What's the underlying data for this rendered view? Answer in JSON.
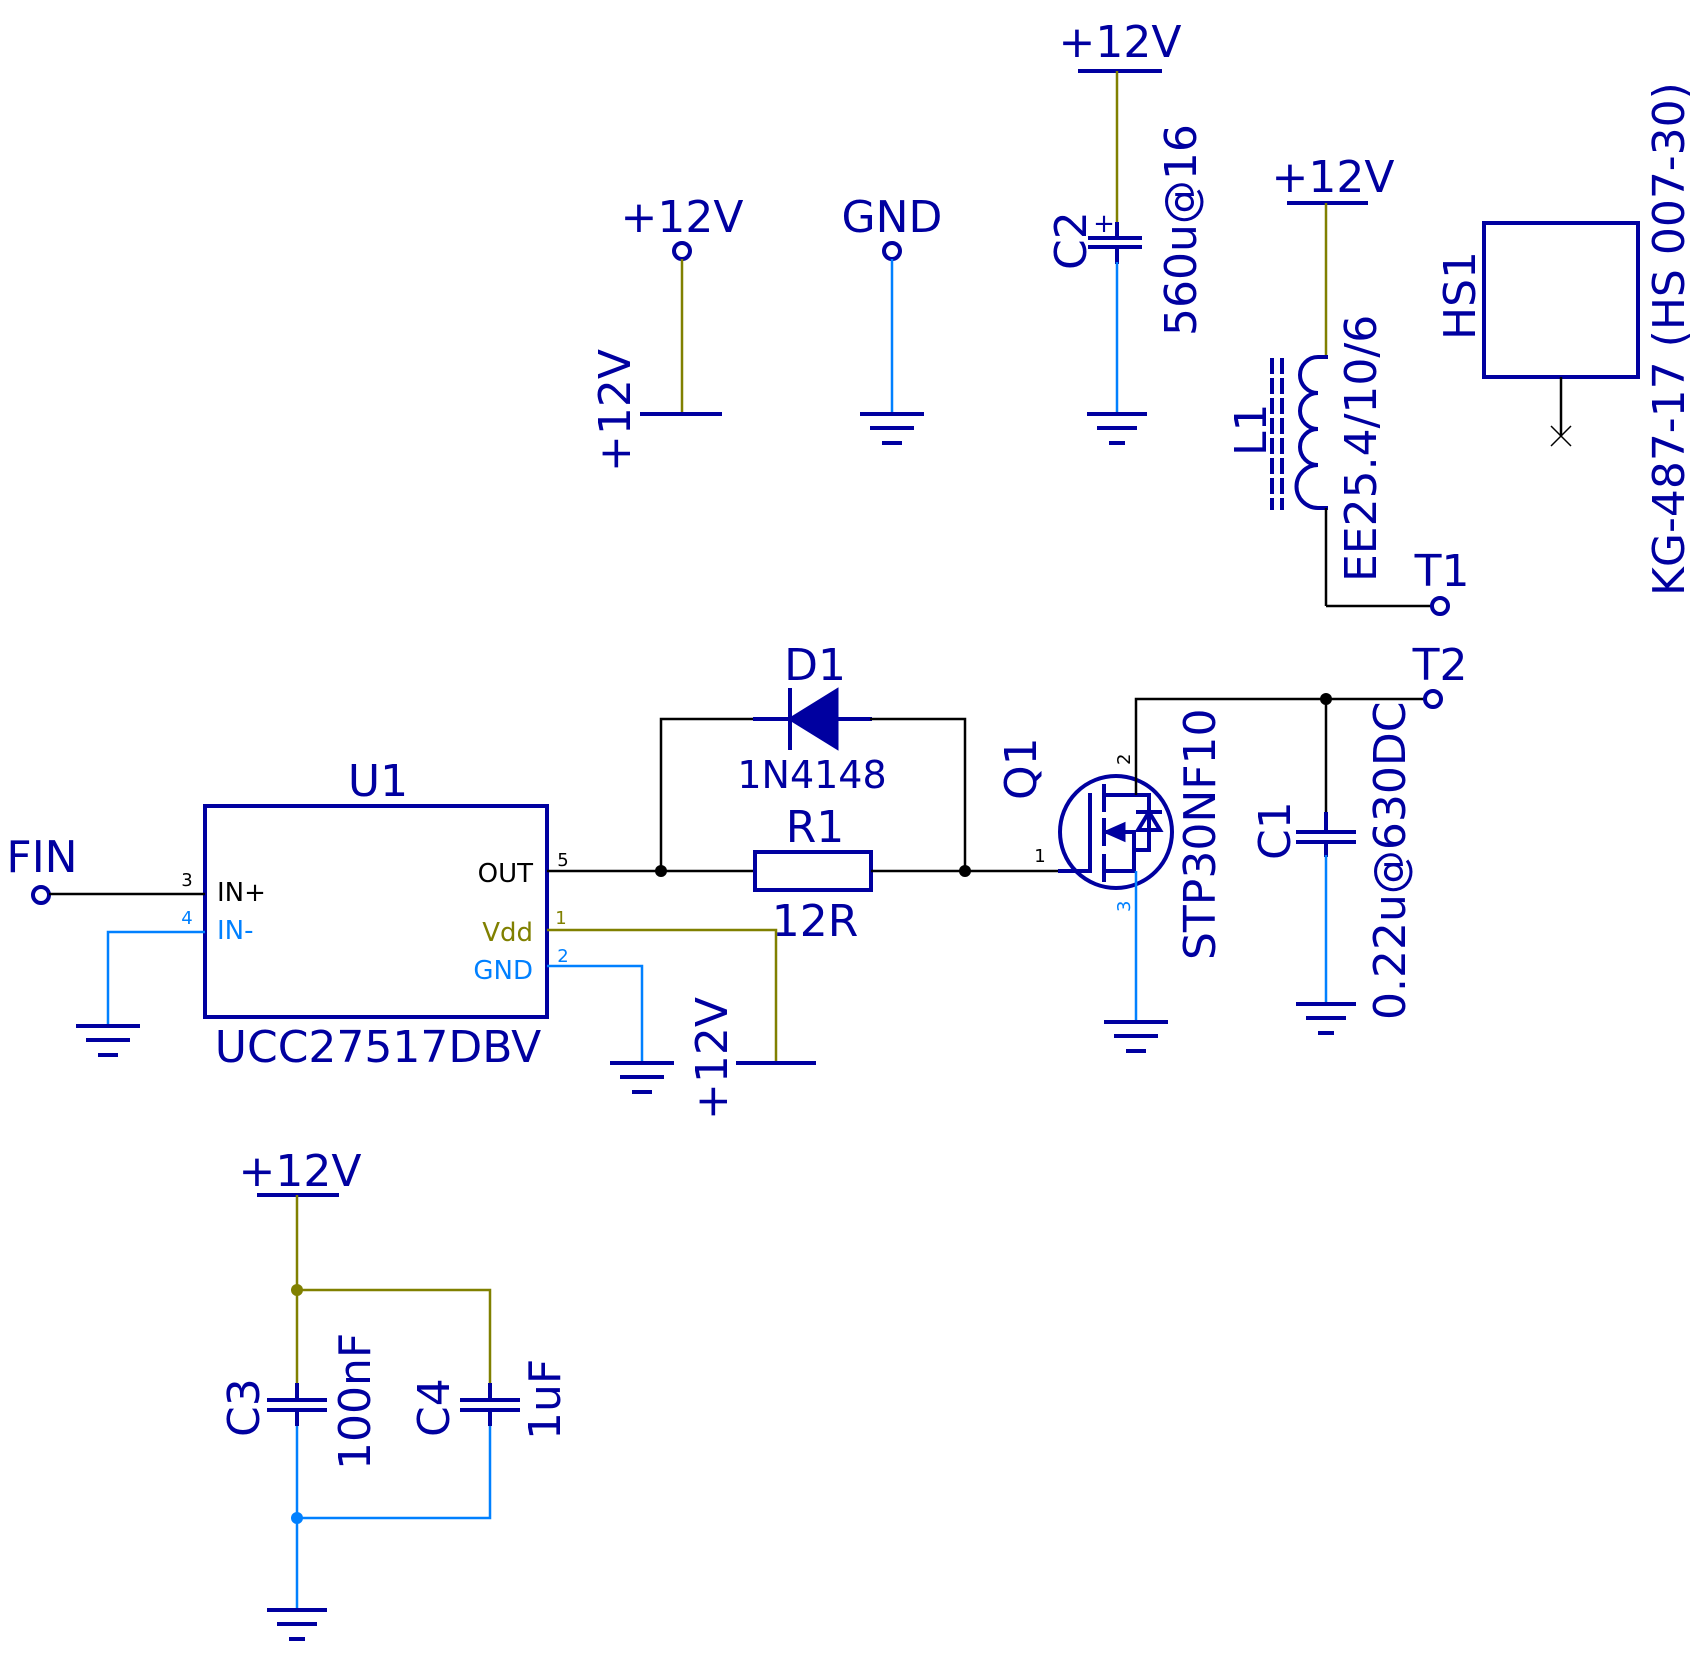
{
  "colors": {
    "component": "#0000A0",
    "net_power": "#808000",
    "net_ground": "#0080FF",
    "net_signal": "#000000"
  },
  "power_symbols": {
    "p12_top_c2": "+12V",
    "p12_l1": "+12V",
    "p12_port": "+12V",
    "p12_rotated_left": "+12V",
    "p12_u1_vdd": "+12V",
    "p12_decoupling": "+12V",
    "gnd_port": "GND"
  },
  "ports": {
    "fin": "FIN",
    "t1": "T1",
    "t2": "T2"
  },
  "components": {
    "u1": {
      "ref": "U1",
      "value": "UCC27517DBV",
      "pins": [
        {
          "num": "3",
          "name": "IN+"
        },
        {
          "num": "4",
          "name": "IN-"
        },
        {
          "num": "5",
          "name": "OUT"
        },
        {
          "num": "1",
          "name": "Vdd"
        },
        {
          "num": "2",
          "name": "GND"
        }
      ]
    },
    "d1": {
      "ref": "D1",
      "value": "1N4148"
    },
    "r1": {
      "ref": "R1",
      "value": "12R"
    },
    "q1": {
      "ref": "Q1",
      "value": "STP30NF10",
      "pins": {
        "gate": "1",
        "drain": "2",
        "source": "3"
      }
    },
    "c1": {
      "ref": "C1",
      "value": "0.22u@630DC"
    },
    "c2": {
      "ref": "C2",
      "value": "560u@16",
      "polarity_mark": "+"
    },
    "c3": {
      "ref": "C3",
      "value": "100nF"
    },
    "c4": {
      "ref": "C4",
      "value": "1uF"
    },
    "l1": {
      "ref": "L1",
      "value": "EE25.4/10/6"
    },
    "hs1": {
      "ref": "HS1",
      "value": "KG-487-17 (HS 007-30)"
    }
  }
}
